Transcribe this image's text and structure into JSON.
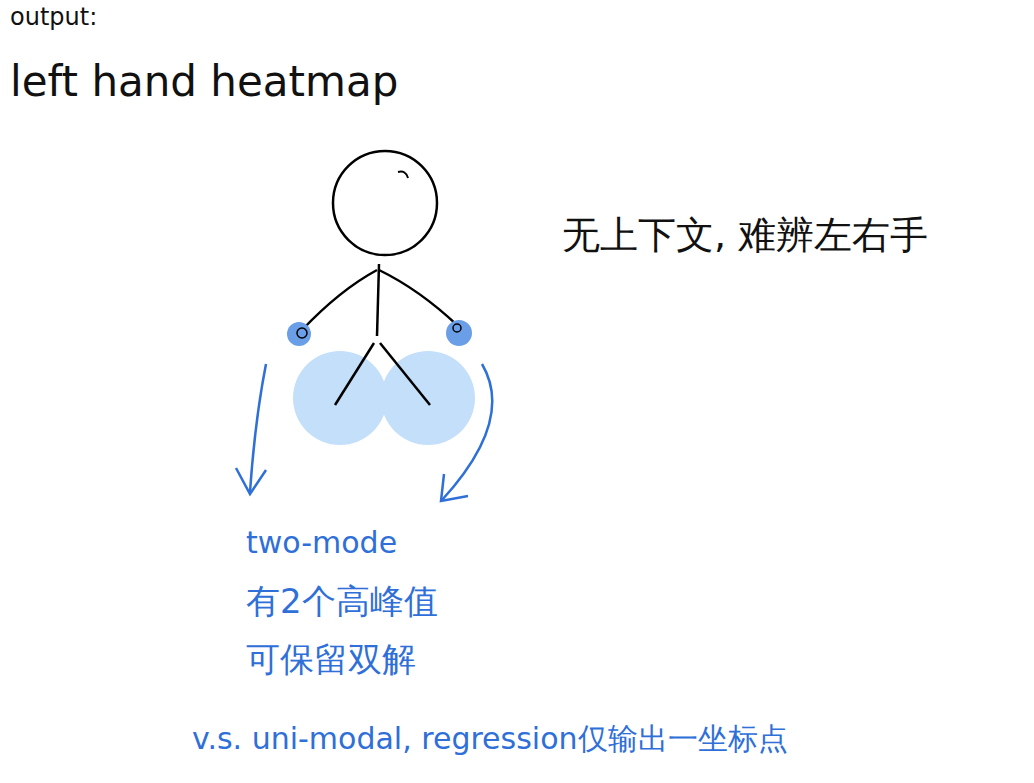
{
  "diagram": {
    "labels": [
      "output:",
      "left hand heatmap",
      "无上下文, 难辨左右手",
      "two-mode",
      "有2个高峰值",
      "可保留双解",
      "v.s. uni-modal, regression仅输出一坐标点"
    ]
  }
}
